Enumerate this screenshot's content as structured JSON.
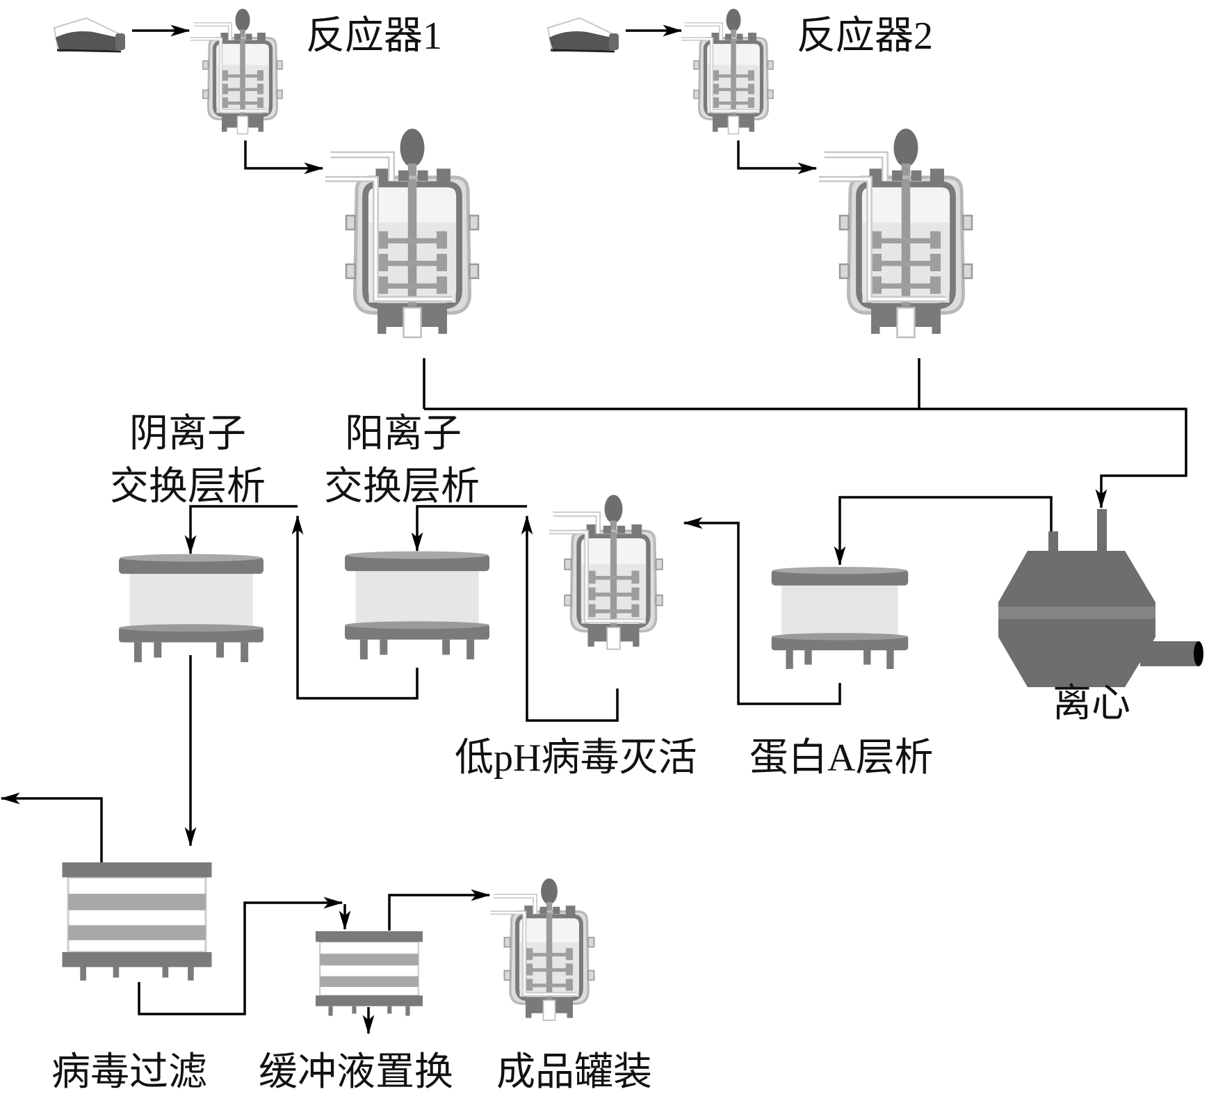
{
  "title": "抗体药物生产工艺流程",
  "colors": {
    "equipment_dark": "#6e6e6e",
    "equipment_mid": "#8a8a8a",
    "equipment_light": "#a8a8a8",
    "liquid": "#e6e6e6",
    "line": "#000000"
  },
  "labels": {
    "reactor1": "反应器1",
    "reactor2": "反应器2",
    "anion_line1": "阴离子",
    "anion_line2": "交换层析",
    "cation_line1": "阳离子",
    "cation_line2": "交换层析",
    "low_ph": "低pH病毒灭活",
    "protein_a": "蛋白A层析",
    "centrifuge": "离心",
    "virus_filtration": "病毒过滤",
    "buffer_exchange": "缓冲液置换",
    "fill": "成品罐装"
  },
  "equipment": [
    {
      "id": "seed-flask-1",
      "icon": "culture-flask-icon"
    },
    {
      "id": "seed-reactor-1",
      "icon": "bioreactor-icon"
    },
    {
      "id": "production-reactor-1",
      "icon": "bioreactor-icon"
    },
    {
      "id": "seed-flask-2",
      "icon": "culture-flask-icon"
    },
    {
      "id": "seed-reactor-2",
      "icon": "bioreactor-icon"
    },
    {
      "id": "production-reactor-2",
      "icon": "bioreactor-icon"
    },
    {
      "id": "centrifuge",
      "icon": "centrifuge-icon"
    },
    {
      "id": "protein-a-column",
      "icon": "chromatography-column-icon"
    },
    {
      "id": "low-ph-tank",
      "icon": "bioreactor-icon"
    },
    {
      "id": "cation-column",
      "icon": "chromatography-column-icon"
    },
    {
      "id": "anion-column",
      "icon": "chromatography-column-icon"
    },
    {
      "id": "virus-filter",
      "icon": "filter-cassette-icon"
    },
    {
      "id": "buffer-exchange-unit",
      "icon": "filter-cassette-icon"
    },
    {
      "id": "fill-tank",
      "icon": "bioreactor-icon"
    }
  ]
}
